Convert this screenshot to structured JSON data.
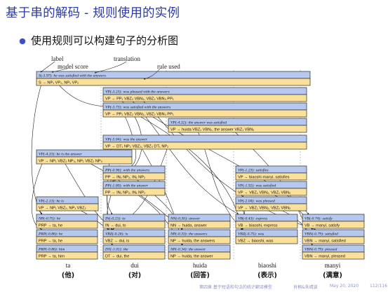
{
  "title": "基于串的解码 - 规则使用的实例",
  "bullet": "使用规则可以构建句子的分析图",
  "annotations": {
    "label": "label",
    "model_score": "model score",
    "translation": "translation",
    "rule_used": "rule used"
  },
  "boxes": [
    {
      "head": "S(-3.97): he was satisfied with the answers",
      "rule": "S → NP₁ VP₂, NP₁ VP₂"
    },
    {
      "head": "VP(-3.23): was pleased with the answers",
      "rule": "VP → PP₁ VBZ₂ VBN₃, VBZ₂ VBN₃ PP₁"
    },
    {
      "head": "VP(-3.73): was satisfied with the answers",
      "rule": "VP → PP₁ VBZ₂ VBN₃, VBZ₂ VBN₃ PP₁"
    },
    {
      "head": "VP(-4.32): the answer was satisfied",
      "rule": "VP → huida VBZ₁ VBN₂, the answer VBZ₁ VBN₂"
    },
    {
      "head": "VP(-5.04): was the answer",
      "rule": "VP → DT₁ NP₂ VBZ₃, VBZ₃ DT₁ NP₂"
    },
    {
      "head": "VP(-4.33): he is the answer",
      "rule": "VP → NP₁ VBZ₂ NP₃, NP₁ VBZ₂ NP₃"
    },
    {
      "head": "PP(-0.96): with the answers",
      "rule": "PP → IN₁ NP₂, IN₁ NP₂"
    },
    {
      "head": "PP(-1.00): with the answer",
      "rule": "PP → IN₁ NP₂, IN₁ NP₂"
    },
    {
      "head": "VP(-1.23): satisfies",
      "rule": "VP → biaoshi manyi, satisfies"
    },
    {
      "head": "VP(-1.92): was satisfied",
      "rule": "VP → VBZ₁ VBN₂, VBZ₁ VBN₂"
    },
    {
      "head": "VP(-2.04): was pleased",
      "rule": "VP → VBZ₁ VBN₂, VBZ₁ VBN₂"
    },
    {
      "head": "VP(-2.13): he is",
      "rule": "VP → NP₁ VBZ₂, NP₁ VBZ₂"
    },
    {
      "head": "NP(-0.75): he",
      "rule": "PRP → ta, he"
    },
    {
      "head": "IN(-0.23): to",
      "rule": "IN → dui, to"
    },
    {
      "head": "NN(-0.30): answer",
      "rule": "NN → huida, answer"
    },
    {
      "head": "VB(-0.43): express",
      "rule": "VB → biaoshi, express"
    },
    {
      "head": "VB(-0.74): satisfy",
      "rule": "VB → manyi, satisfy"
    },
    {
      "head": "PRP(-0.86): he",
      "rule": "PRP → ta, he"
    },
    {
      "head": "VBZ(-0.26): is",
      "rule": "VBZ → dui, is"
    },
    {
      "head": "NP(-0.33): the answers",
      "rule": "NP → huida, the answers"
    },
    {
      "head": "VBZ(-0.75): was",
      "rule": "VBZ → biaoshi, was"
    },
    {
      "head": "VBN(-0.79): satisfied",
      "rule": "VBN → manyi, satisfied"
    },
    {
      "head": "PRP(-0.86): him",
      "rule": "PRP → ta, him"
    },
    {
      "head": "DT(-1.01): the",
      "rule": "DT → dui, the"
    },
    {
      "head": "NP(-0.34): the answer",
      "rule": "NP → huida, the answer"
    },
    {
      "head": "VBN(-0.79): pleased",
      "rule": "VBN → manyi, pleased"
    }
  ],
  "source_words": [
    {
      "pinyin": "ta",
      "hanzi": "(他)"
    },
    {
      "pinyin": "dui",
      "hanzi": "(对)"
    },
    {
      "pinyin": "huida",
      "hanzi": "(回答)"
    },
    {
      "pinyin": "biaoshi",
      "hanzi": "(表示)"
    },
    {
      "pinyin": "manyi",
      "hanzi": "(满意)"
    }
  ],
  "footer": {
    "author": "肖桐&朱靖波",
    "date": "May 20, 2020",
    "page": "112/116"
  },
  "colors": {
    "title": "#2b3aa8",
    "head_fill": "#b6c8ee",
    "rule_fill": "#fbe09a",
    "border": "#2a2a2a"
  }
}
